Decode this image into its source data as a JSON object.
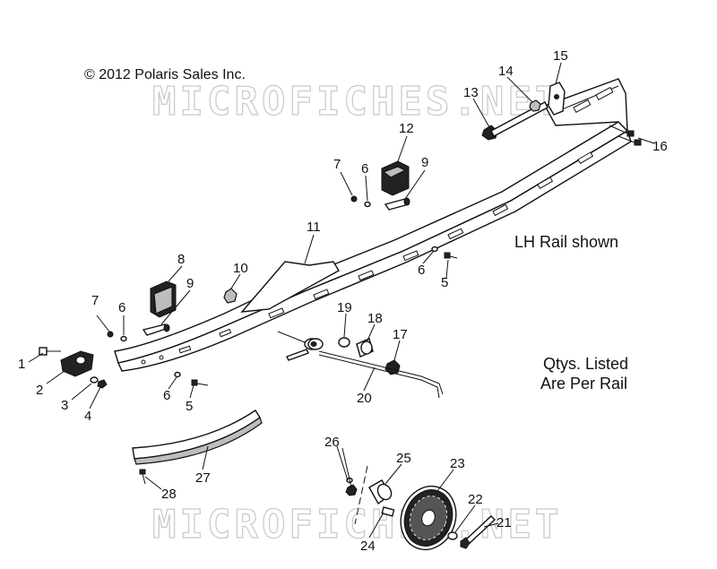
{
  "copyright": "© 2012 Polaris Sales Inc.",
  "watermark": "MICROFICHES.NET",
  "notes": {
    "rail_shown": "LH Rail shown",
    "qty_line1": "Qtys. Listed",
    "qty_line2": "Are Per Rail"
  },
  "callouts": [
    {
      "id": "c1",
      "text": "1"
    },
    {
      "id": "c2",
      "text": "2"
    },
    {
      "id": "c3",
      "text": "3"
    },
    {
      "id": "c4",
      "text": "4"
    },
    {
      "id": "c5a",
      "text": "5"
    },
    {
      "id": "c5b",
      "text": "5"
    },
    {
      "id": "c6a",
      "text": "6"
    },
    {
      "id": "c6b",
      "text": "6"
    },
    {
      "id": "c6c",
      "text": "6"
    },
    {
      "id": "c6d",
      "text": "6"
    },
    {
      "id": "c7a",
      "text": "7"
    },
    {
      "id": "c7b",
      "text": "7"
    },
    {
      "id": "c8",
      "text": "8"
    },
    {
      "id": "c9a",
      "text": "9"
    },
    {
      "id": "c9b",
      "text": "9"
    },
    {
      "id": "c10",
      "text": "10"
    },
    {
      "id": "c11",
      "text": "11"
    },
    {
      "id": "c12",
      "text": "12"
    },
    {
      "id": "c13",
      "text": "13"
    },
    {
      "id": "c14",
      "text": "14"
    },
    {
      "id": "c15",
      "text": "15"
    },
    {
      "id": "c16",
      "text": "16"
    },
    {
      "id": "c17",
      "text": "17"
    },
    {
      "id": "c18",
      "text": "18"
    },
    {
      "id": "c19",
      "text": "19"
    },
    {
      "id": "c20",
      "text": "20"
    },
    {
      "id": "c21",
      "text": "21"
    },
    {
      "id": "c22",
      "text": "22"
    },
    {
      "id": "c23",
      "text": "23"
    },
    {
      "id": "c24",
      "text": "24"
    },
    {
      "id": "c25",
      "text": "25"
    },
    {
      "id": "c26",
      "text": "26"
    },
    {
      "id": "c27",
      "text": "27"
    },
    {
      "id": "c28",
      "text": "28"
    }
  ]
}
